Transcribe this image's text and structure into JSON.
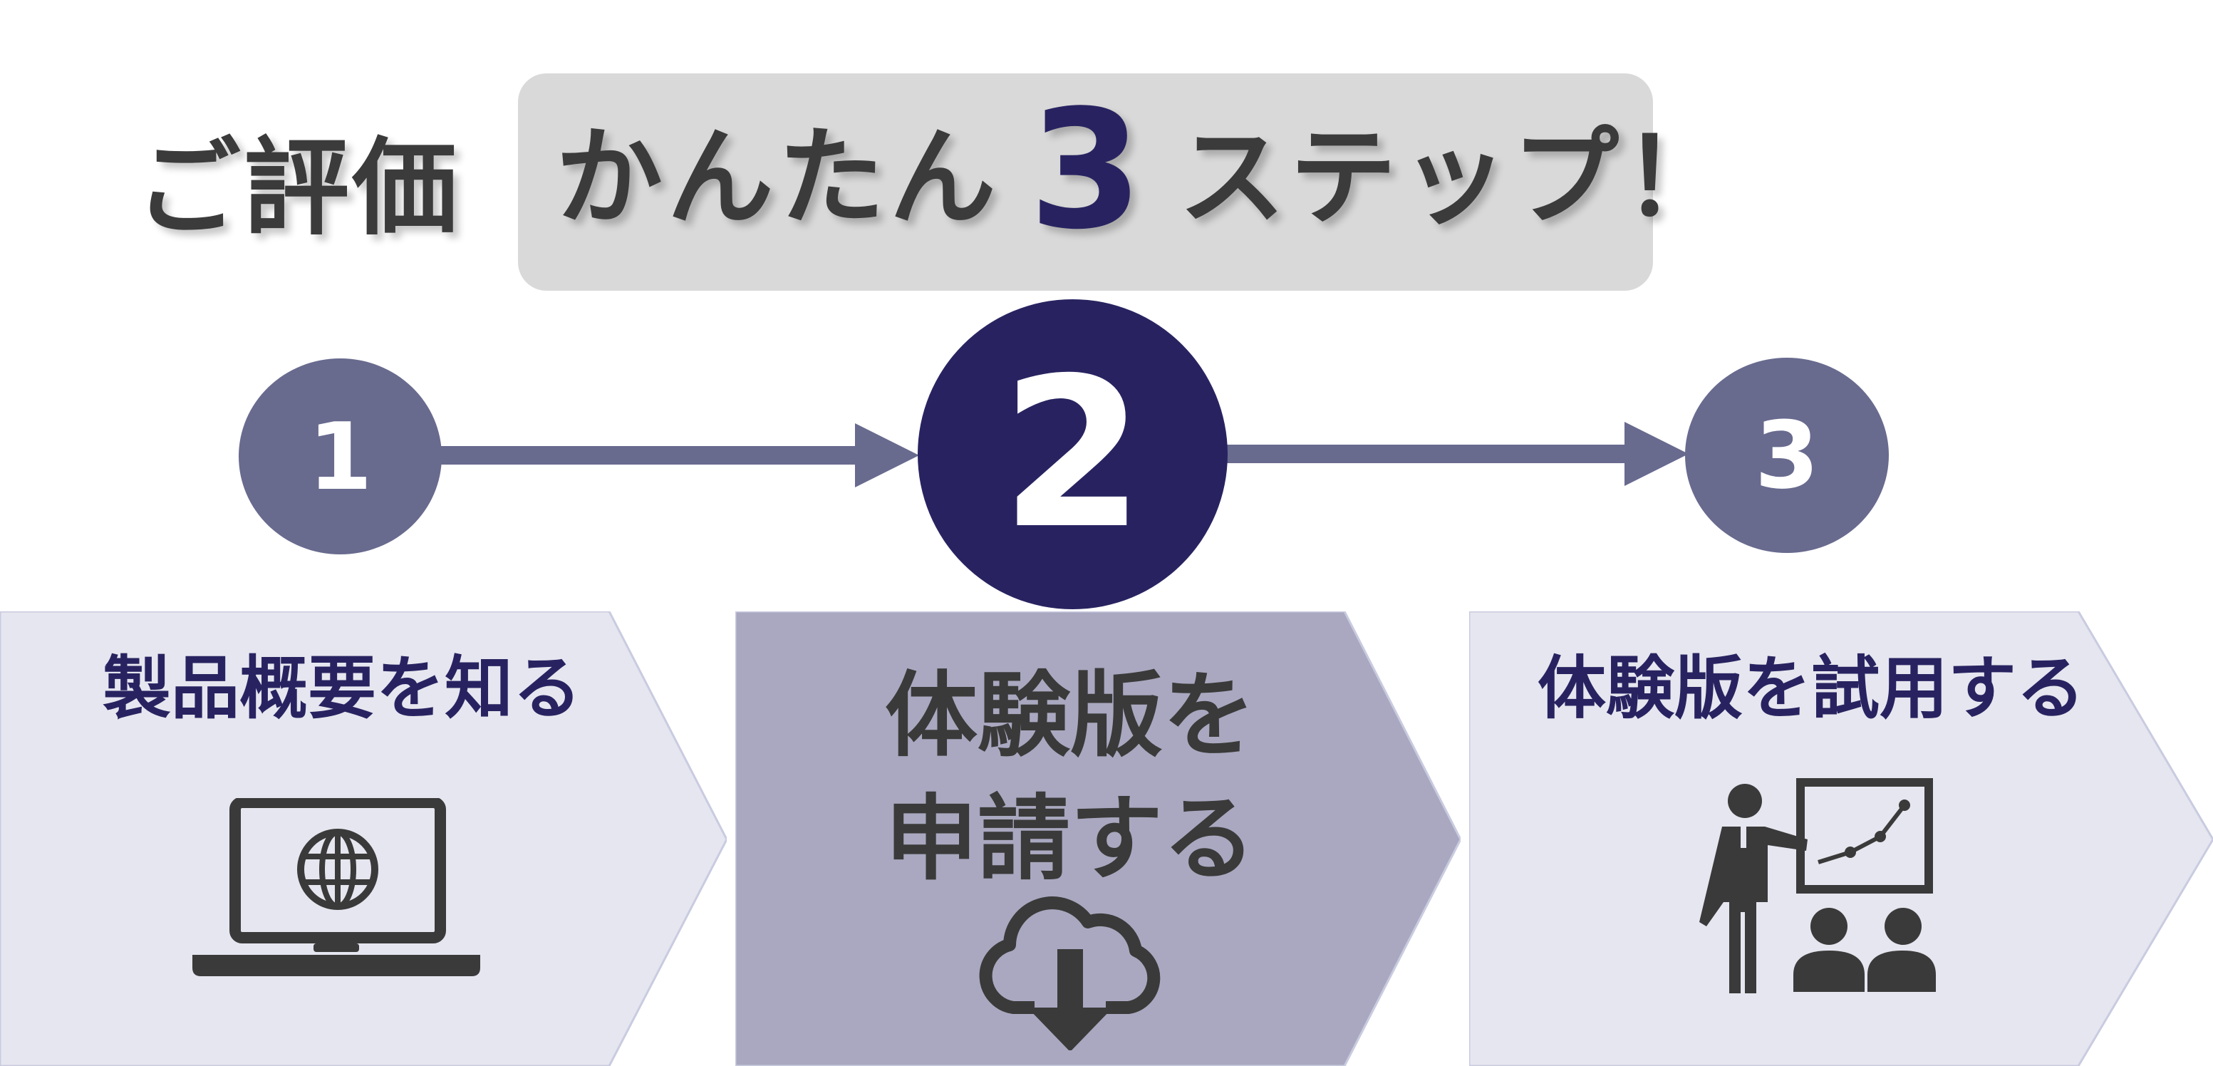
{
  "title": {
    "prefix": "ご評価",
    "banner_part1": "かんたん",
    "banner_number": "3",
    "banner_part2": "ステップ！"
  },
  "steps": [
    {
      "number": "1",
      "label": "製品概要を知る",
      "icon": "laptop-globe-icon"
    },
    {
      "number": "2",
      "label_line1": "体験版を",
      "label_line2": "申請する",
      "icon": "cloud-download-icon"
    },
    {
      "number": "3",
      "label": "体験版を試用する",
      "icon": "presenter-icon"
    }
  ],
  "colors": {
    "navy": "#282360",
    "step_gray": "#686a8e",
    "panel_light": "#e6e6f0",
    "panel_active": "#a9a8c0",
    "banner_bg": "#d9d9d9",
    "text_dark": "#3a3a3a"
  }
}
